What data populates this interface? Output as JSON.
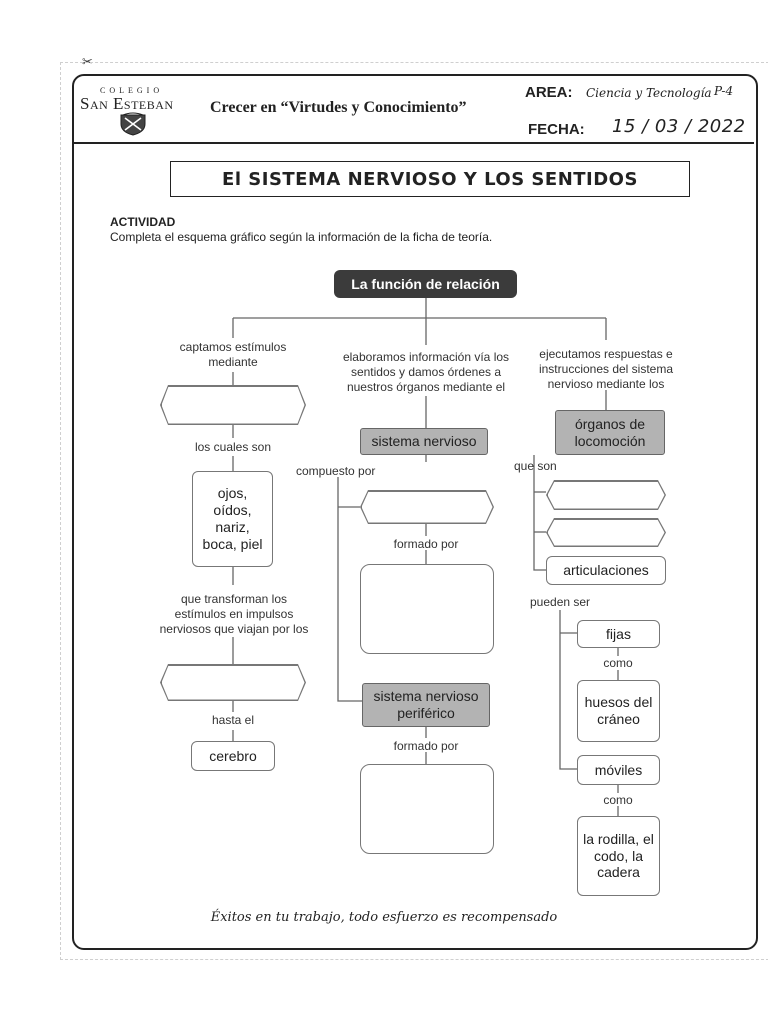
{
  "header": {
    "school_top": "COLEGIO",
    "school_name": "San Esteban",
    "motto": "Crecer en “Virtudes y Conocimiento”",
    "area_label": "AREA:",
    "area_value": "Ciencia y Tecnología",
    "area_code": "P-4",
    "fecha_label": "FECHA:",
    "fecha_value": "15 / 03 / 2022"
  },
  "title": "El SISTEMA NERVIOSO Y LOS SENTIDOS",
  "activity": {
    "heading": "ACTIVIDAD",
    "instruction": "Completa el esquema gráfico según la información de la ficha de teoría."
  },
  "diagram": {
    "root": "La función de relación",
    "left": {
      "intro": "captamos estímulos mediante",
      "connector1": "los cuales son",
      "senses": "ojos, oídos, nariz, boca, piel",
      "connector2": "que transforman los estímulos en impulsos nerviosos que viajan por los",
      "connector3": "hasta el",
      "end": "cerebro"
    },
    "middle": {
      "intro": "elaboramos información vía los sentidos y damos órdenes a nuestros órganos mediante el",
      "system": "sistema nervioso",
      "composed": "compuesto por",
      "formed1": "formado por",
      "peripheral": "sistema nervioso periférico",
      "formed2": "formado por"
    },
    "right": {
      "intro": "ejecutamos respuestas e instrucciones del sistema nervioso mediante los",
      "organs": "órganos de locomoción",
      "are": "que son",
      "joints": "articulaciones",
      "can_be": "pueden ser",
      "fixed": "fijas",
      "like1": "como",
      "skull": "huesos del cráneo",
      "mobile": "móviles",
      "like2": "como",
      "examples": "la rodilla, el codo, la cadera"
    }
  },
  "footer": "Éxitos en tu trabajo, todo esfuerzo es recompensado",
  "icons": {
    "scissors": "scissors-icon",
    "crest": "school-crest-icon"
  }
}
